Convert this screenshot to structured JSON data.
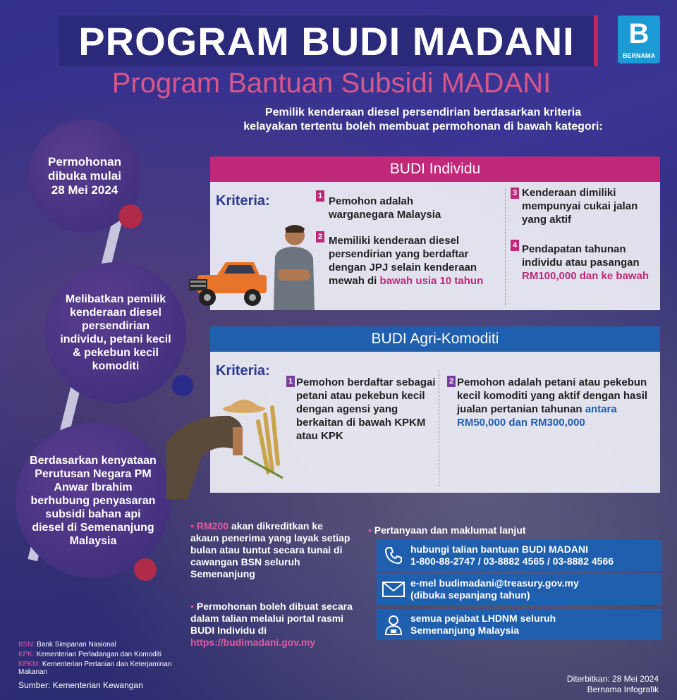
{
  "header": {
    "title": "PROGRAM BUDI MADANI",
    "subtitle": "Program Bantuan Subsidi MADANI",
    "logo_text": "BERNAMA"
  },
  "intro": "Pemilik kenderaan diesel persendirian berdasarkan kriteria kelayakan tertentu boleh membuat permohonan di bawah kategori:",
  "timeline": [
    {
      "text": "Permohonan dibuka mulai 28 Mei 2024"
    },
    {
      "text": "Melibatkan pemilik kenderaan diesel persendirian individu, petani kecil & pekebun kecil komoditi"
    },
    {
      "text": "Berdasarkan kenyataan Perutusan Negara PM Anwar Ibrahim berhubung penyasaran subsidi bahan api diesel di Semenanjung Malaysia"
    }
  ],
  "individu": {
    "heading": "BUDI Individu",
    "kriteria_label": "Kriteria:",
    "items": [
      {
        "num": "1",
        "text": "Pemohon adalah warganegara Malaysia"
      },
      {
        "num": "2",
        "text": "Memiliki kenderaan diesel persendirian yang berdaftar dengan JPJ selain kenderaan mewah di",
        "highlight": "bawah usia 10 tahun"
      },
      {
        "num": "3",
        "text": "Kenderaan dimiliki mempunyai cukai jalan yang aktif"
      },
      {
        "num": "4",
        "text": "Pendapatan tahunan individu atau pasangan",
        "highlight": "RM100,000 dan ke bawah"
      }
    ]
  },
  "agri": {
    "heading": "BUDI Agri-Komoditi",
    "kriteria_label": "Kriteria:",
    "items": [
      {
        "num": "1",
        "text": "Pemohon berdaftar sebagai petani atau pekebun kecil dengan agensi yang berkaitan di bawah KPKM atau KPK"
      },
      {
        "num": "2",
        "text": "Pemohon adalah petani atau pekebun kecil komoditi yang aktif dengan hasil jualan pertanian tahunan",
        "highlight": "antara RM50,000 dan RM300,000"
      }
    ]
  },
  "bullets": [
    {
      "highlight": "RM200",
      "text": "akan dikreditkan ke akaun penerima yang layak setiap bulan  atau tuntut secara tunai di cawangan BSN seluruh Semenanjung"
    },
    {
      "text": "Permohonan boleh dibuat secara dalam talian melalui portal rasmi BUDI Individu di",
      "link": "https://budimadani.gov.my"
    }
  ],
  "contact": {
    "title": "Pertanyaan dan maklumat lanjut",
    "items": [
      {
        "icon": "phone-icon",
        "line1": "hubungi talian bantuan BUDI MADANI",
        "line2": "1-800-88-2747 / 03-8882 4565 / 03-8882 4566"
      },
      {
        "icon": "email-icon",
        "line1": "e-mel budimadani@treasury.gov.my",
        "line2": "(dibuka sepanjang tahun)"
      },
      {
        "icon": "officer-icon",
        "line1": "semua pejabat LHDNM seluruh",
        "line2": "Semenanjung Malaysia"
      }
    ]
  },
  "abbreviations": [
    {
      "key": "BSN:",
      "value": "Bank Simpanan Nasional"
    },
    {
      "key": "KPK:",
      "value": "Kementerian Perladangan dan Komoditi"
    },
    {
      "key": "KPKM:",
      "value": "Kementerian Pertanian dan Keterjaminan Makanan"
    }
  ],
  "source": "Sumber: Kementerian Kewangan",
  "published": {
    "line1": "Diterbitkan: 28 Mei 2024",
    "line2": "Bernama Infografik"
  },
  "colors": {
    "pink": "#c0287a",
    "blue": "#1f5fae",
    "navy": "#2b2a7a",
    "background": "#33308a"
  }
}
